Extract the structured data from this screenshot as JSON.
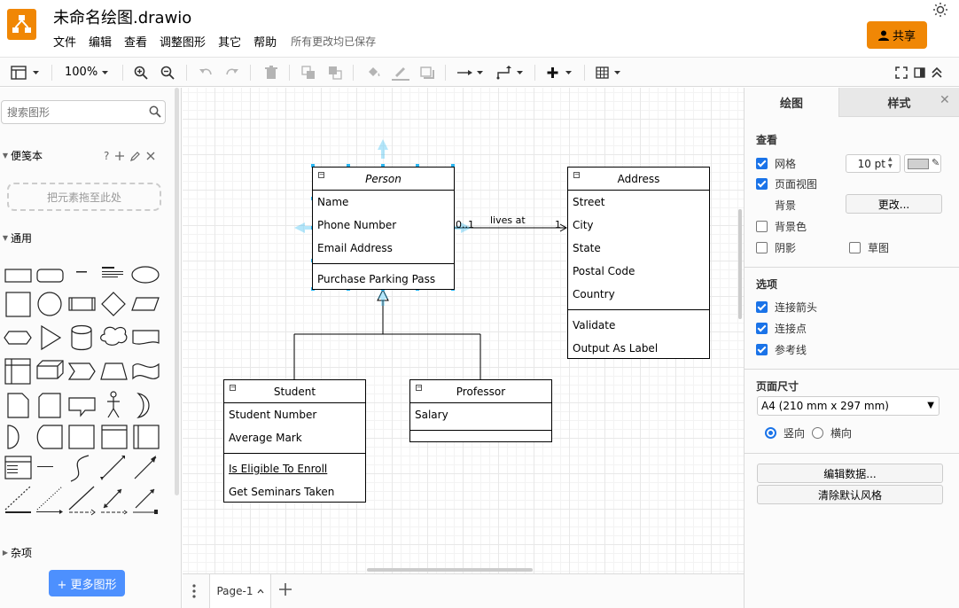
{
  "header": {
    "title": "未命名绘图.drawio",
    "menu": [
      "文件",
      "编辑",
      "查看",
      "调整图形",
      "其它",
      "帮助"
    ],
    "save_status": "所有更改均已保存",
    "share_label": "共享"
  },
  "toolbar": {
    "zoom": "100%"
  },
  "sidebar": {
    "search_placeholder": "搜索图形",
    "scratchpad_title": "便笺本",
    "scratchpad_help": "?",
    "scratchpad_drop": "把元素拖至此处",
    "general_title": "通用",
    "misc_title": "杂项",
    "more_shapes": "+ 更多图形"
  },
  "diagram": {
    "person": {
      "title": "Person",
      "attributes": [
        "Name",
        "Phone Number",
        "Email Address"
      ],
      "methods": [
        "Purchase Parking Pass"
      ]
    },
    "address": {
      "title": "Address",
      "attributes": [
        "Street",
        "City",
        "State",
        "Postal Code",
        "Country"
      ],
      "methods": [
        "Validate",
        "Output As Label"
      ]
    },
    "student": {
      "title": "Student",
      "attributes": [
        "Student Number",
        "Average Mark"
      ],
      "methods": [
        "Is Eligible To Enroll",
        "Get Seminars Taken"
      ]
    },
    "professor": {
      "title": "Professor",
      "attributes": [
        "Salary"
      ],
      "methods": []
    },
    "association": {
      "label": "lives at",
      "source_multiplicity": "0..1",
      "target_multiplicity": "1"
    }
  },
  "pages": {
    "current": "Page-1"
  },
  "format_panel": {
    "tabs": [
      "绘图",
      "样式"
    ],
    "view_header": "查看",
    "grid_label": "网格",
    "grid_size": "10 pt",
    "page_view_label": "页面视图",
    "background_label": "背景",
    "change_button": "更改...",
    "background_color_label": "背景色",
    "shadow_label": "阴影",
    "sketch_label": "草图",
    "options_header": "选项",
    "connection_arrows_label": "连接箭头",
    "connection_points_label": "连接点",
    "guides_label": "参考线",
    "page_size_header": "页面尺寸",
    "page_size_value": "A4 (210 mm x 297 mm)",
    "portrait_label": "竖向",
    "landscape_label": "横向",
    "edit_data_button": "编辑数据...",
    "clear_style_button": "清除默认风格",
    "checked": {
      "grid": true,
      "page_view": true,
      "background_color": false,
      "shadow": false,
      "sketch": false,
      "connection_arrows": true,
      "connection_points": true,
      "guides": true
    }
  },
  "colors": {
    "accent": "#f08705",
    "primary_button": "#4d90fe",
    "checkbox": "#1a73e8",
    "selection_handle": "#29b6f2"
  }
}
